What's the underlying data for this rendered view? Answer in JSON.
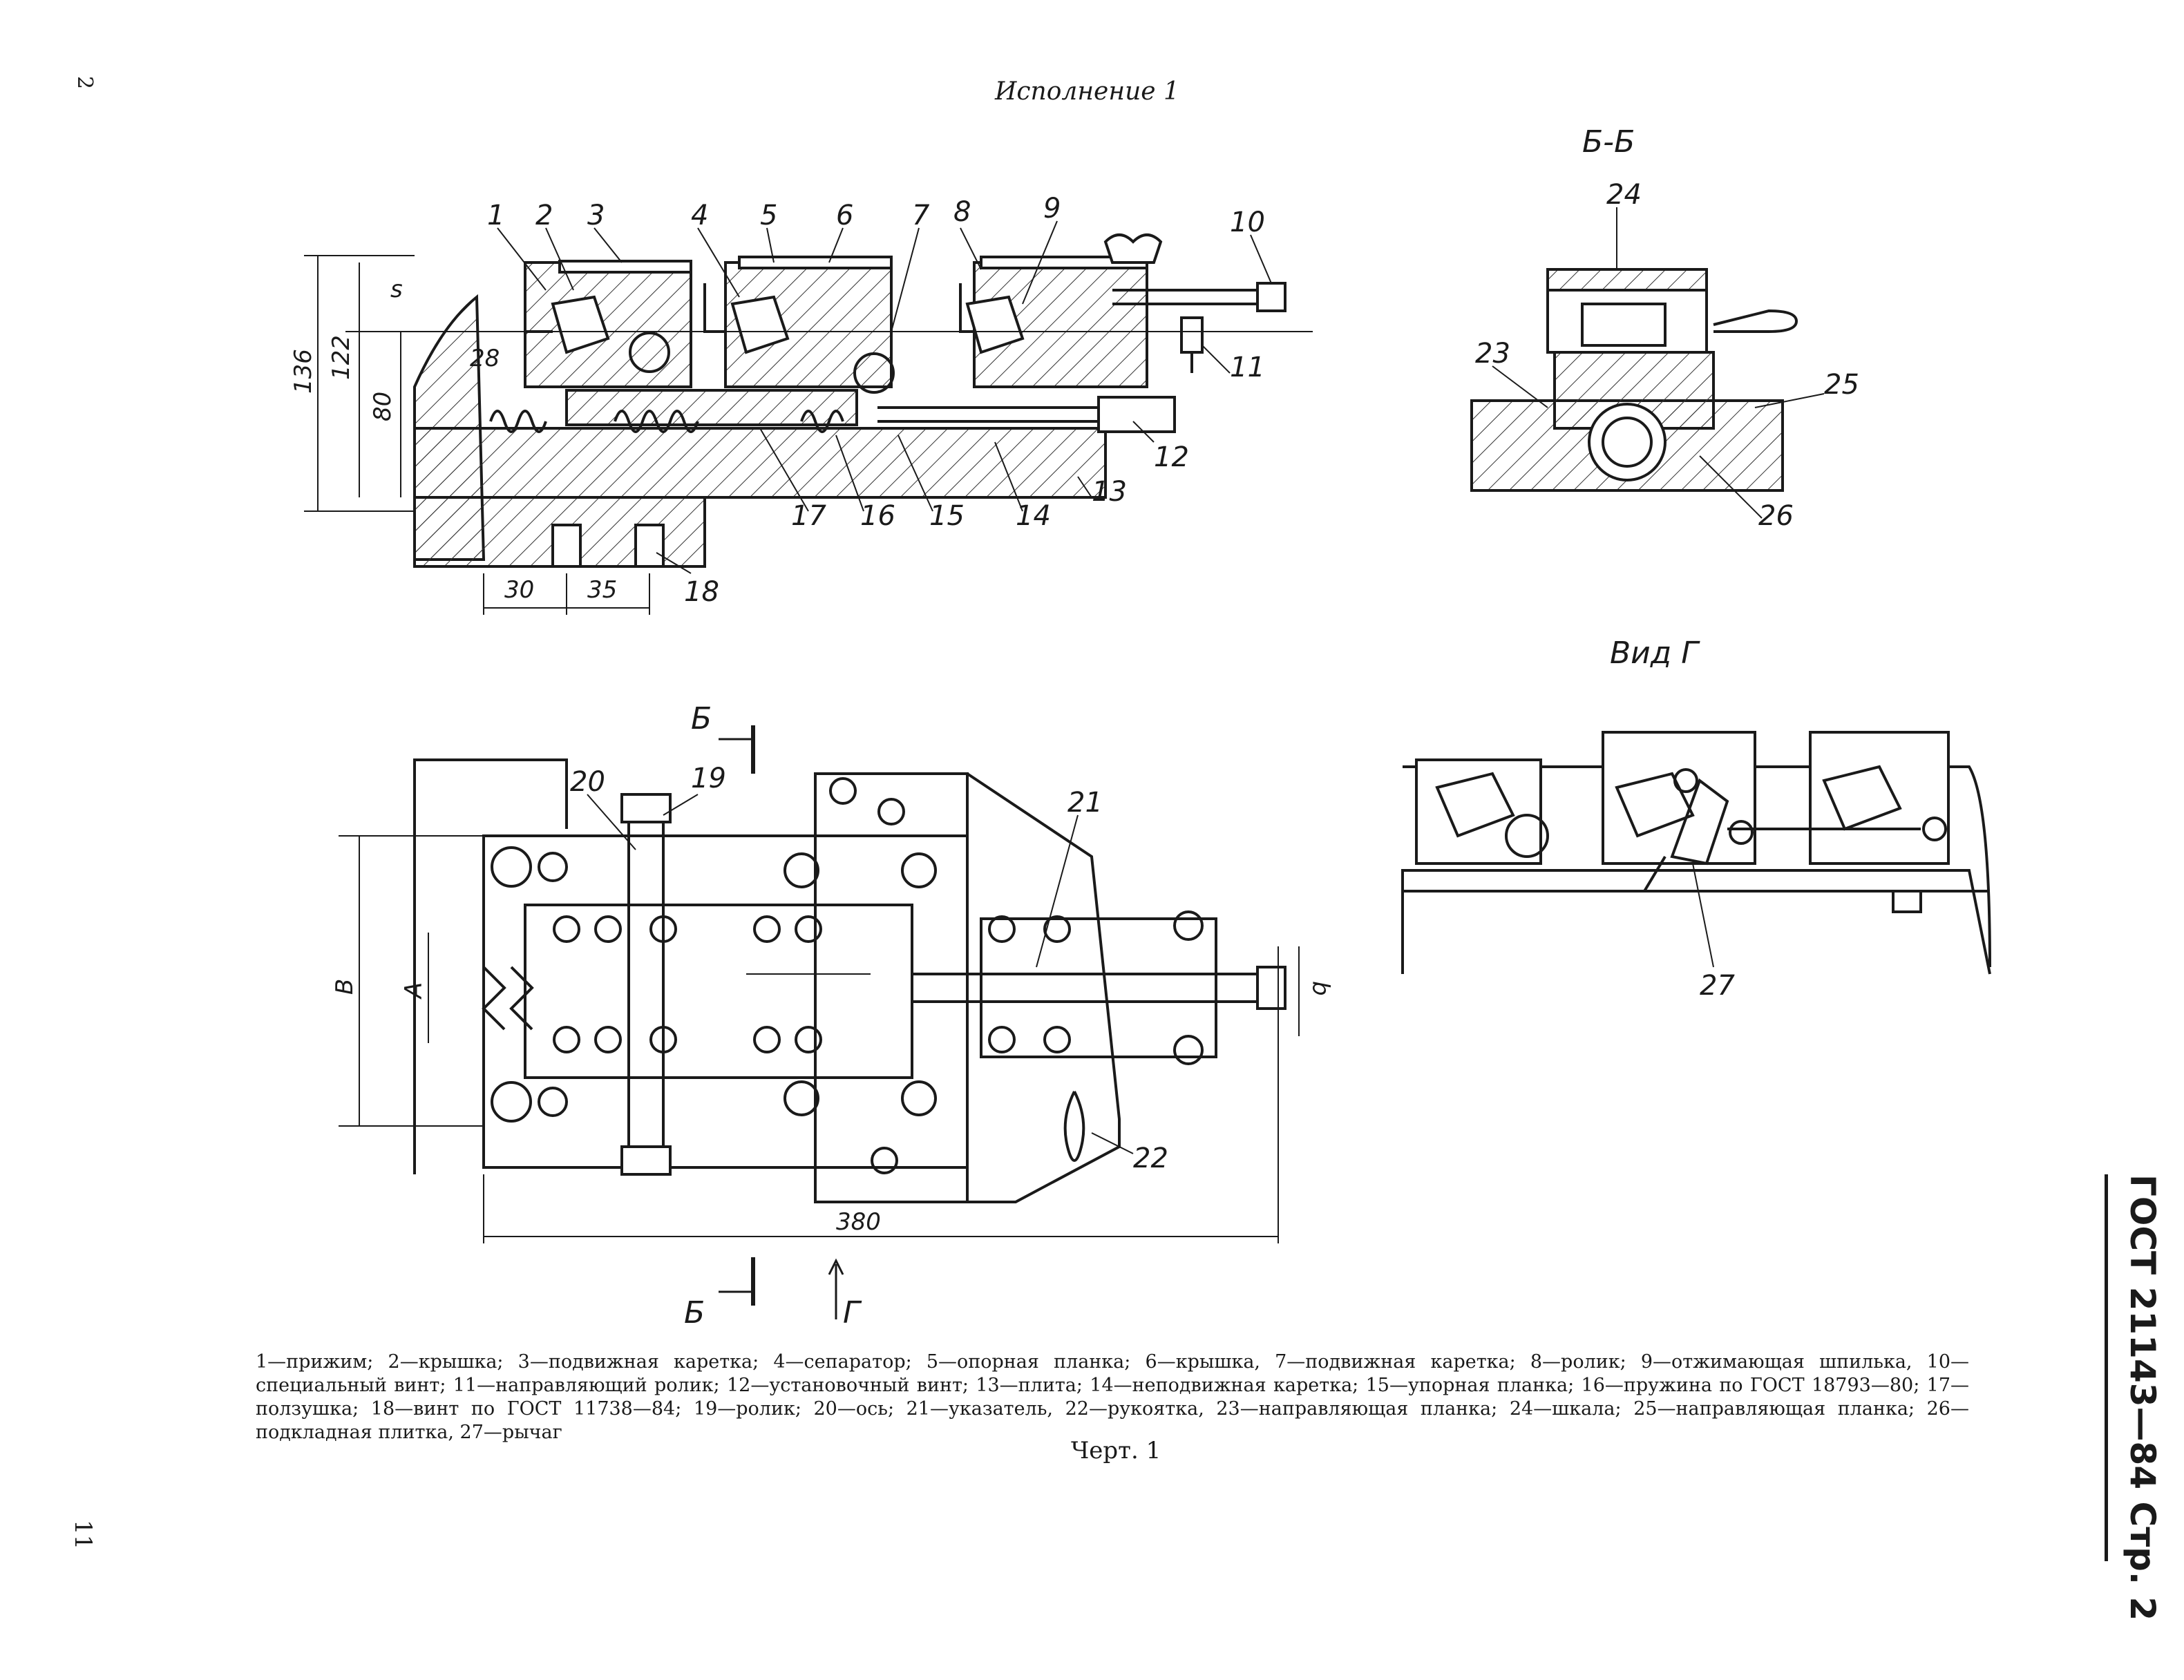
{
  "header": {
    "title": "Исполнение 1",
    "page_number_top": "2",
    "page_number_bottom": "11"
  },
  "sidebar": {
    "text": "ГОСТ 21143—84 Стр. 2"
  },
  "views": {
    "section_label": "Б-Б",
    "view_label": "Вид Г",
    "section_mark": "Б",
    "view_mark": "Г"
  },
  "callouts": [
    "1",
    "2",
    "3",
    "4",
    "5",
    "6",
    "7",
    "8",
    "9",
    "10",
    "11",
    "12",
    "13",
    "14",
    "15",
    "16",
    "17",
    "18",
    "19",
    "20",
    "21",
    "22",
    "23",
    "24",
    "25",
    "26",
    "27"
  ],
  "dimensions": {
    "d136": "136",
    "d122": "122",
    "d80": "80",
    "s": "s",
    "d28": "28",
    "d30": "30",
    "d35": "35",
    "d380": "380",
    "B": "B",
    "A": "A",
    "b": "b"
  },
  "caption": "1—прижим; 2—крышка; 3—подвижная каретка; 4—сепаратор; 5—опорная планка; 6—крышка, 7—подвижная каретка; 8—ролик; 9—отжимающая шпилька, 10—специальный винт; 11—направляющий ролик; 12—установочный винт; 13—плита; 14—неподвижная каретка; 15—упорная планка; 16—пружина по ГОСТ 18793—80; 17—ползушка; 18—винт по ГОСТ 11738—84; 19—ролик; 20—ось; 21—указатель, 22—рукоятка, 23—направляющая планка; 24—шкала; 25—направляющая планка; 26—подкладная плитка, 27—рычаг",
  "figure_label": "Черт. 1"
}
